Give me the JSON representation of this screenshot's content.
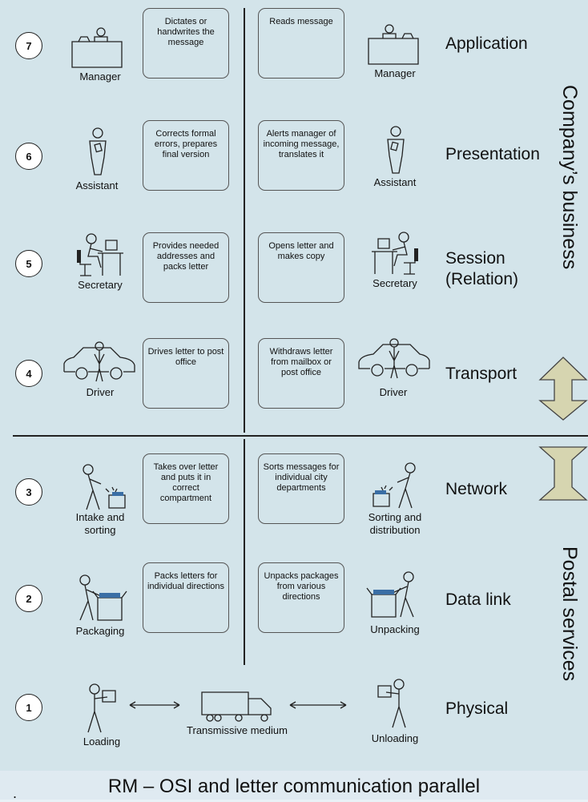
{
  "side_labels": {
    "upper": "Company’s business",
    "lower": "Postal services"
  },
  "layers": [
    {
      "num": "7",
      "name": "Application",
      "sender": "Manager",
      "receiver": "Manager",
      "sender_task": "Dictates or handwrites the message",
      "receiver_task": "Reads message"
    },
    {
      "num": "6",
      "name": "Presentation",
      "sender": "Assistant",
      "receiver": "Assistant",
      "sender_task": "Corrects formal errors, prepares final version",
      "receiver_task": "Alerts manager of incoming message, translates it"
    },
    {
      "num": "5",
      "name": "Session\n(Relation)",
      "sender": "Secretary",
      "receiver": "Secretary",
      "sender_task": "Provides needed addresses and packs letter",
      "receiver_task": "Opens letter and makes copy"
    },
    {
      "num": "4",
      "name": "Transport",
      "sender": "Driver",
      "receiver": "Driver",
      "sender_task": "Drives letter to post office",
      "receiver_task": "Withdraws letter from mailbox or post office"
    },
    {
      "num": "3",
      "name": "Network",
      "sender": "Intake and\nsorting",
      "receiver": "Sorting and\ndistribution",
      "sender_task": "Takes over letter and puts it in correct compartment",
      "receiver_task": "Sorts messages for individual city departments"
    },
    {
      "num": "2",
      "name": "Data link",
      "sender": "Packaging",
      "receiver": "Unpacking",
      "sender_task": "Packs letters for individual directions",
      "receiver_task": "Unpacks packages from various directions"
    }
  ],
  "physical": {
    "num": "1",
    "name": "Physical",
    "sender": "Loading",
    "receiver": "Unloading",
    "medium": "Transmissive medium"
  },
  "title": "RM – OSI and letter communication parallel",
  "bullet": "."
}
